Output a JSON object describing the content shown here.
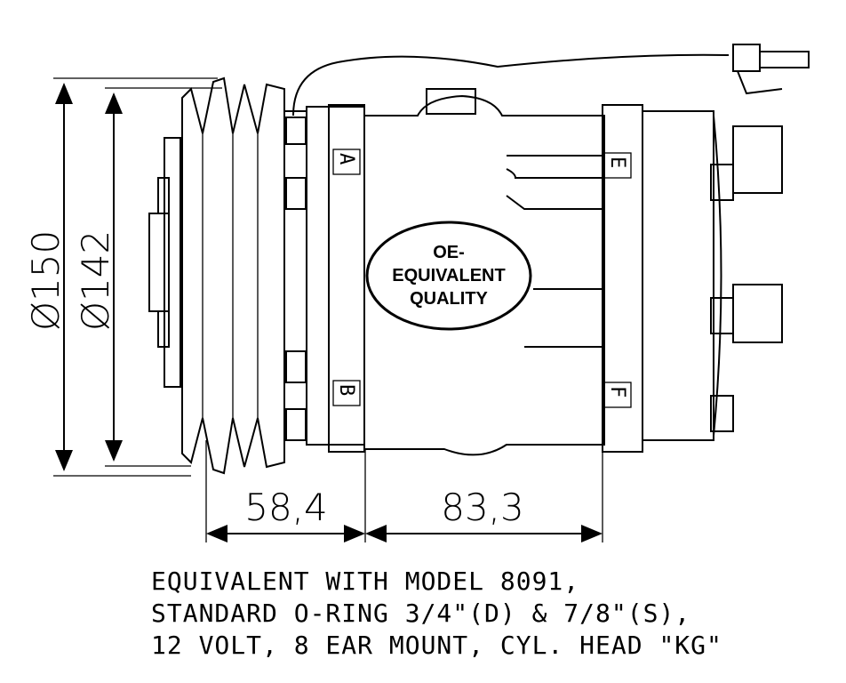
{
  "dimensions": {
    "dia_outer": "Ø150",
    "dia_inner": "Ø142",
    "width_clutch": "58,4",
    "width_body": "83,3"
  },
  "port_labels": {
    "a": "A",
    "b": "B",
    "e": "E",
    "f": "F"
  },
  "badge": {
    "line1": "OE-",
    "line2": "EQUIVALENT",
    "line3": "QUALITY"
  },
  "notes": [
    "EQUIVALENT WITH MODEL 8091,",
    "STANDARD O-RING 3/4\"(D) & 7/8\"(S),",
    "12 VOLT, 8 EAR MOUNT, CYL. HEAD \"KG\""
  ]
}
